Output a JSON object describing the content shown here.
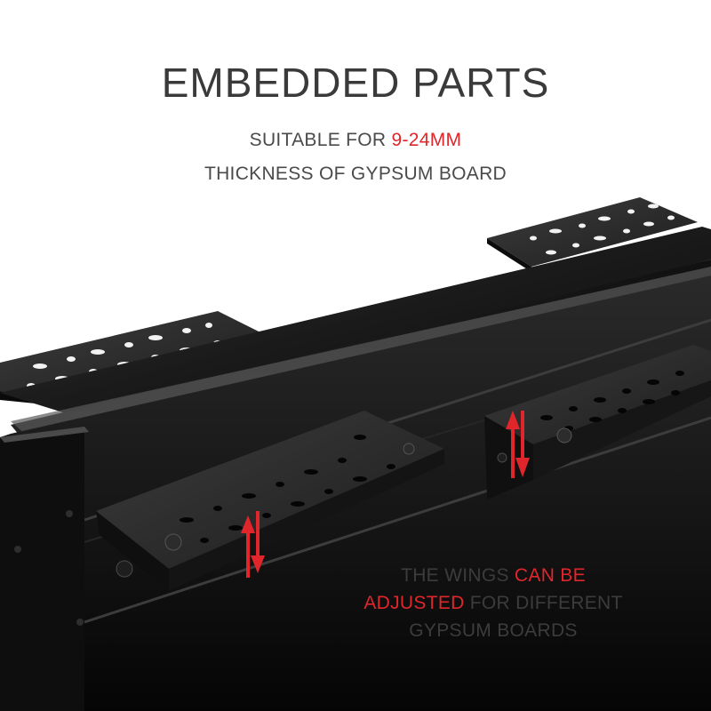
{
  "heading": "EMBEDDED PARTS",
  "subtitle": {
    "line1_prefix": "SUITABLE FOR ",
    "line1_highlight": "9-24MM",
    "line2": "THICKNESS OF GYPSUM BOARD"
  },
  "note": {
    "part1": "THE WINGS ",
    "part1_highlight": "CAN BE",
    "part2_highlight": "ADJUSTED",
    "part2": " FOR DIFFERENT",
    "part3": "GYPSUM BOARDS"
  },
  "colors": {
    "accent": "#e0262b",
    "text": "#3a3a3a",
    "profile": "#141414"
  }
}
